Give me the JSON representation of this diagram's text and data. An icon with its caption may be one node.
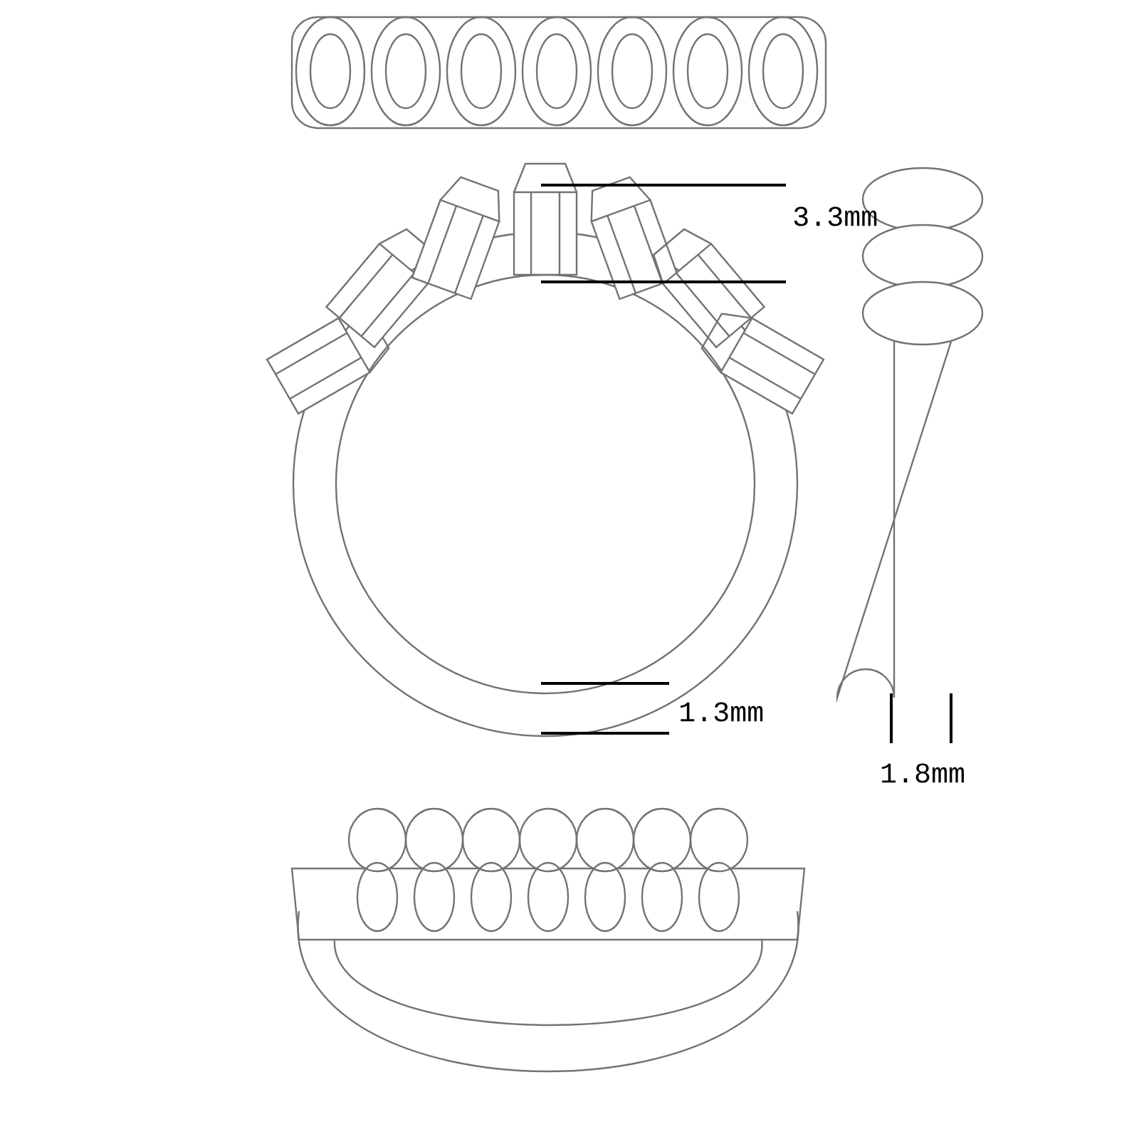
{
  "diagram": {
    "labels": [
      "3.3mm",
      "1.3mm",
      "1.8mm"
    ]
  }
}
